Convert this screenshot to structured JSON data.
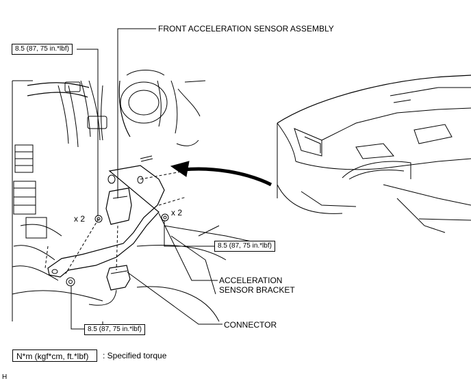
{
  "labels": {
    "front_sensor_assembly": "FRONT ACCELERATION SENSOR ASSEMBLY",
    "sensor_bracket_line1": "ACCELERATION",
    "sensor_bracket_line2": "SENSOR BRACKET",
    "connector": "CONNECTOR"
  },
  "torque": {
    "top_left": "8.5 (87, 75 in.*lbf)",
    "right": "8.5 (87, 75 in.*lbf)",
    "bottom": "8.5 (87, 75 in.*lbf)"
  },
  "multipliers": {
    "left": "x 2",
    "right": "x 2"
  },
  "legend": {
    "unit": "N*m (kgf*cm, ft.*lbf)",
    "description": ": Specified torque"
  },
  "corner_mark": "H"
}
